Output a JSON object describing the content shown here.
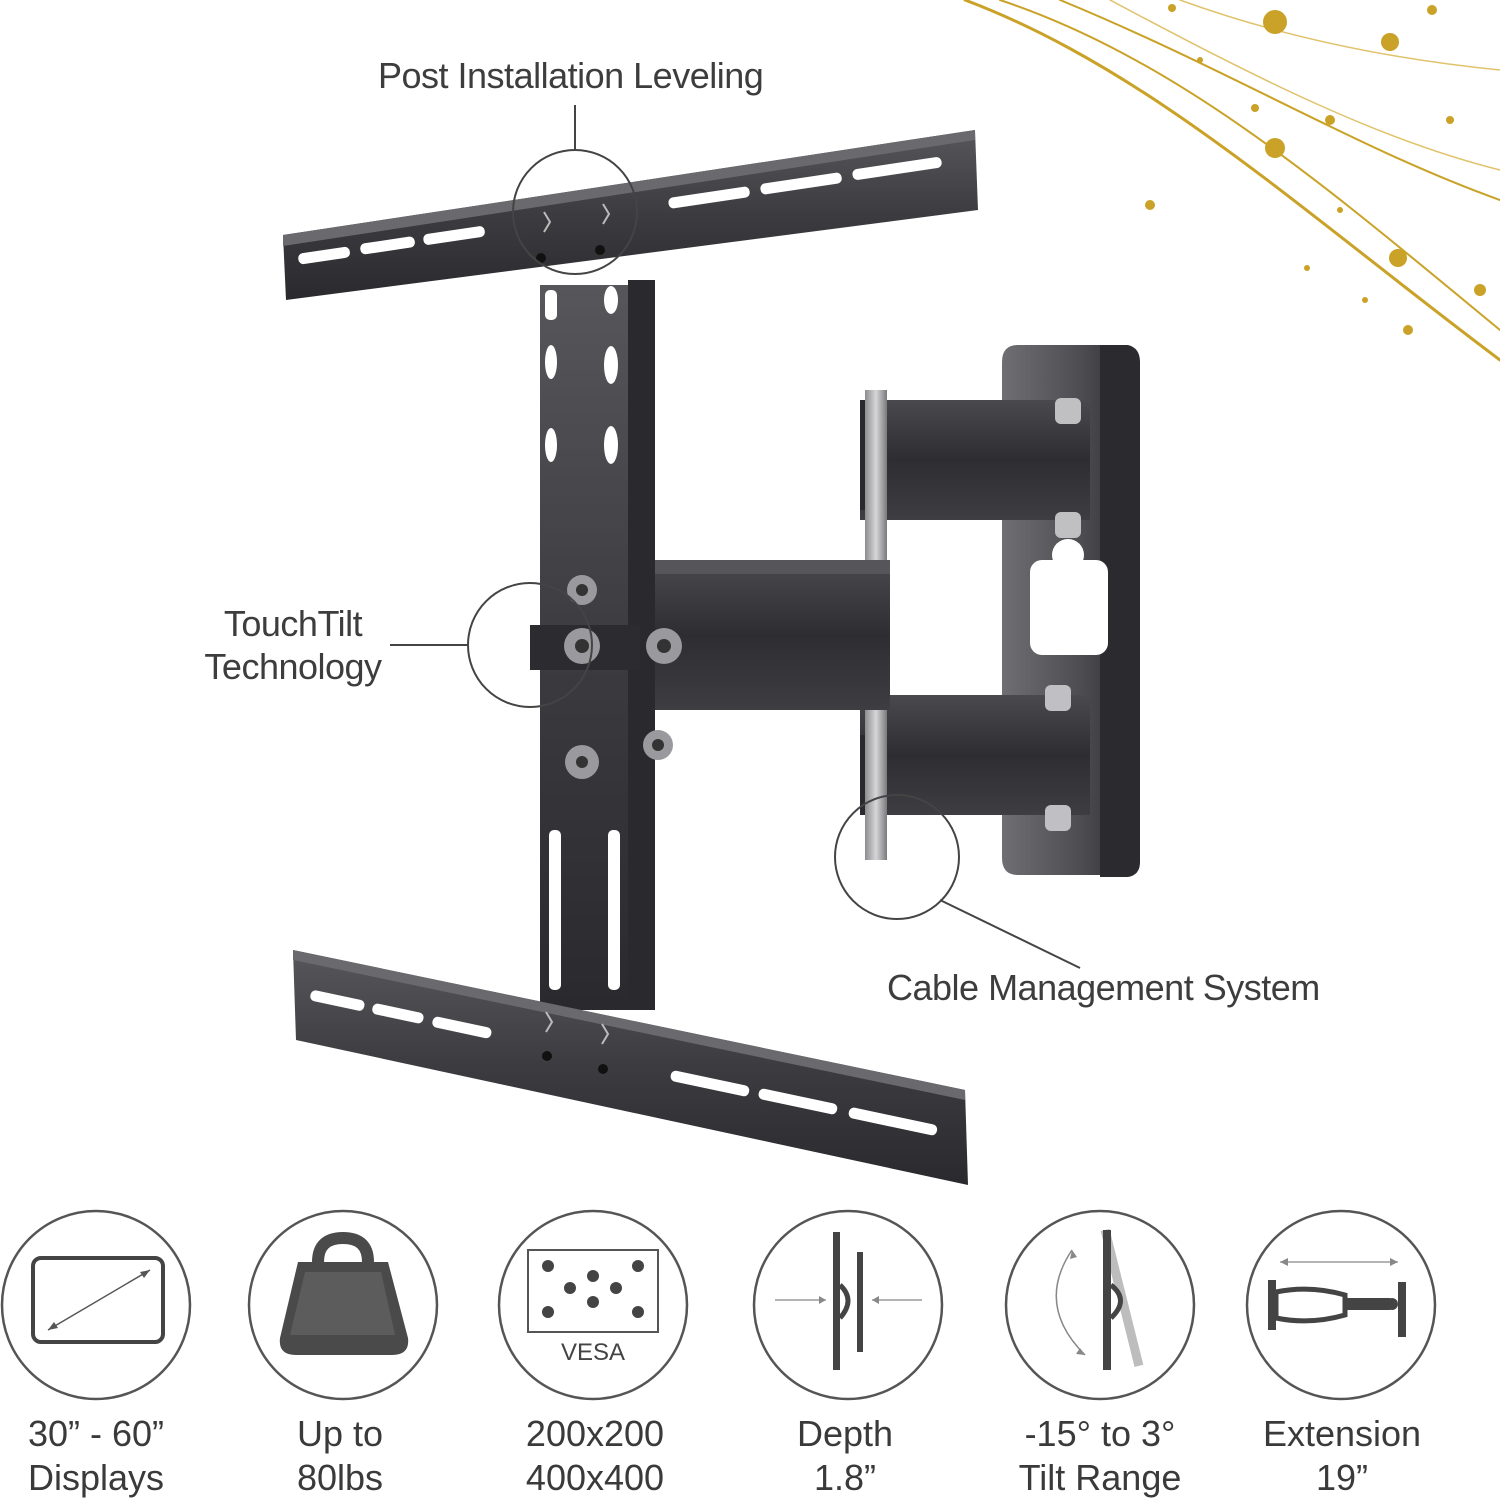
{
  "callouts": {
    "leveling": "Post Installation Leveling",
    "touchtilt_line1": "TouchTilt",
    "touchtilt_line2": "Technology",
    "cable": "Cable Management System"
  },
  "specs": [
    {
      "icon": "display-size-icon",
      "line1": "30” - 60”",
      "line2": "Displays"
    },
    {
      "icon": "weight-icon",
      "line1": "Up to",
      "line2": "80lbs"
    },
    {
      "icon": "vesa-icon",
      "line1": "200x200",
      "line2": "400x400",
      "icon_text": "VESA"
    },
    {
      "icon": "depth-icon",
      "line1": "Depth",
      "line2": "1.8”"
    },
    {
      "icon": "tilt-range-icon",
      "line1": "-15° to 3°",
      "line2": "Tilt Range"
    },
    {
      "icon": "extension-icon",
      "line1": "Extension",
      "line2": "19”"
    }
  ],
  "colors": {
    "metal": "#3b3b3e",
    "metal_dark": "#26262a",
    "metal_light": "#5a5a5e",
    "gold": "#c9a227",
    "line": "#444444",
    "text": "#3a3a3a"
  }
}
